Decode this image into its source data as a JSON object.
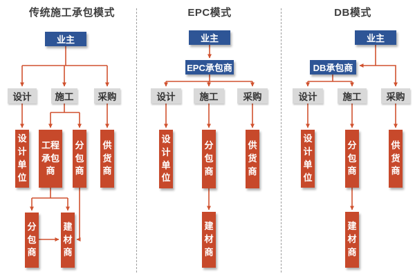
{
  "colors": {
    "owner_box_blue": "#2E5596",
    "supplier_box_red": "#C7492B",
    "arrow_red": "#D0512E",
    "function_box_gray": "#D9D9D9",
    "title_text": "#3f3f3f",
    "divider_gray": "#9e9e9e",
    "background": "#ffffff"
  },
  "panels": [
    {
      "title": "传统施工承包模式",
      "nodes": {
        "owner": "业主",
        "design": "设计",
        "construction": "施工",
        "procurement": "采购",
        "design_unit": "设计单位",
        "engineering_contractor": "工程承包商",
        "subcontractor": "分包商",
        "supplier": "供货商",
        "subcontractor2": "分包商",
        "material_supplier": "建材商"
      }
    },
    {
      "title": "EPC模式",
      "nodes": {
        "owner": "业主",
        "epc_contractor": "EPC承包商",
        "design": "设计",
        "construction": "施工",
        "procurement": "采购",
        "design_unit": "设计单位",
        "subcontractor": "分包商",
        "supplier": "供货商",
        "material_supplier": "建材商"
      }
    },
    {
      "title": "DB模式",
      "nodes": {
        "owner": "业主",
        "db_contractor": "DB承包商",
        "design": "设计",
        "construction": "施工",
        "procurement": "采购",
        "design_unit": "设计单位",
        "subcontractor": "分包商",
        "supplier": "供货商",
        "material_supplier": "建材商"
      }
    }
  ]
}
